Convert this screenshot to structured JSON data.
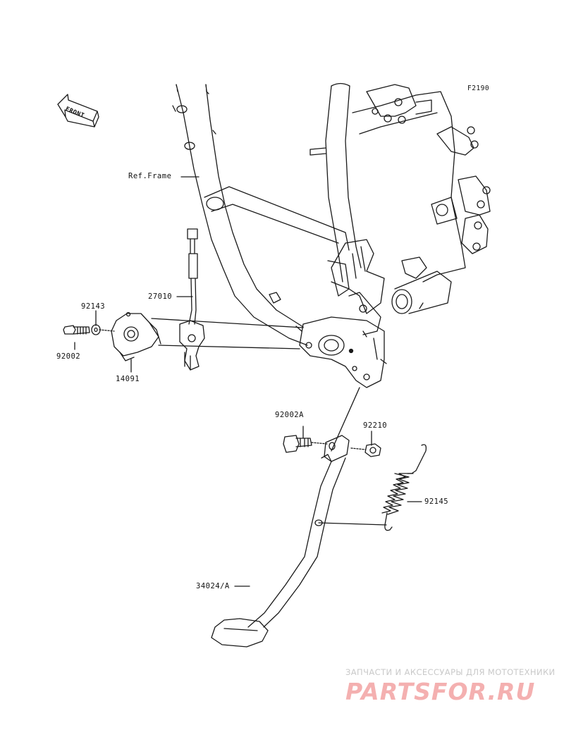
{
  "diagram": {
    "figure_code": "F2190",
    "front_label": "FRONT",
    "ref_frame": "Ref.Frame",
    "parts": {
      "p27010": "27010",
      "p92143": "92143",
      "p92002": "92002",
      "p14091": "14091",
      "p92002a": "92002A",
      "p92210": "92210",
      "p92145": "92145",
      "p34024a": "34024/A"
    },
    "line_color": "#1a1a1a"
  },
  "watermark": {
    "caption": "ЗАПЧАСТИ И АКСЕССУАРЫ ДЛЯ МОТОТЕХНИКИ",
    "brand": "PARTSFOR.RU",
    "caption_color": "#c9c9c9",
    "brand_color": "#f4b0b0"
  }
}
